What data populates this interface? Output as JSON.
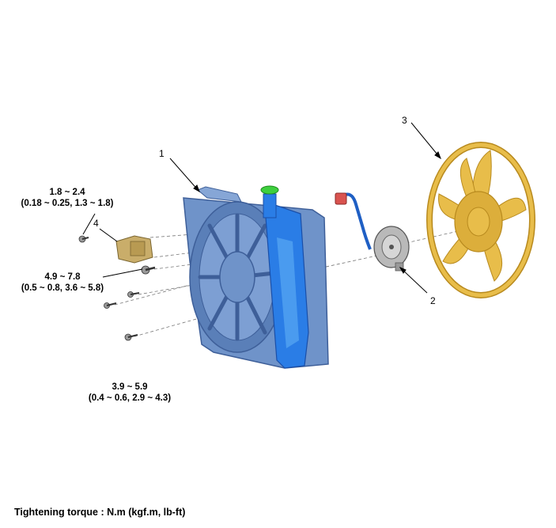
{
  "callouts": {
    "part1": "1",
    "part2": "2",
    "part3": "3",
    "part4": "4"
  },
  "torque": {
    "t1_line1": "1.8 ~ 2.4",
    "t1_line2": "(0.18 ~ 0.25, 1.3 ~ 1.8)",
    "t2_line1": "4.9 ~ 7.8",
    "t2_line2": "(0.5 ~ 0.8, 3.6 ~ 5.8)",
    "t3_line1": "3.9 ~ 5.9",
    "t3_line2": "(0.4 ~ 0.6, 2.9 ~ 4.3)"
  },
  "footer": "Tightening torque : N.m (kgf.m, lb-ft)",
  "colors": {
    "shroud": "#6f93c9",
    "shroud_dark": "#3e5f99",
    "reservoir": "#2a7de6",
    "reservoir_cap": "#3ecf3e",
    "fan": "#e8bd4a",
    "fan_dark": "#b88a1e",
    "motor": "#b9b9b9",
    "bracket": "#c9ad6a",
    "connector": "#d9534f",
    "hose": "#1f5fc4"
  }
}
